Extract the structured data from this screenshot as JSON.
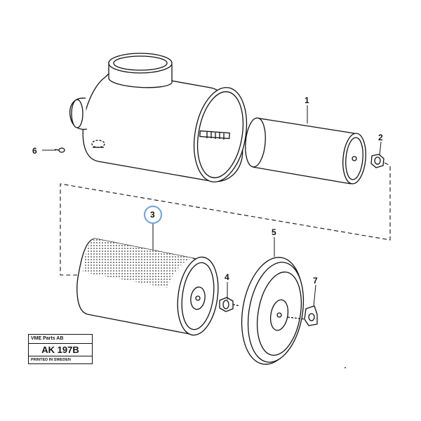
{
  "callouts": {
    "c1": "1",
    "c2": "2",
    "c3": "3",
    "c4": "4",
    "c5": "5",
    "c6": "6",
    "c7": "7"
  },
  "highlight_color": "#7aa7d6",
  "stamp": {
    "company": "VME Parts AB",
    "code": "AK 197B",
    "printed": "PRINTED IN SWEDEN"
  }
}
